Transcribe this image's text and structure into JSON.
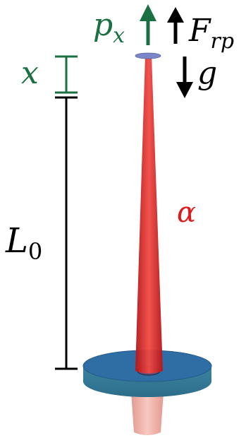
{
  "labels": {
    "px_main": "p",
    "px_sub": "x",
    "frp_main": "F",
    "frp_sub": "rp",
    "g": "g",
    "x": "x",
    "L_main": "L",
    "L_sub": "0",
    "alpha": "α"
  },
  "colors": {
    "green": "#1a7040",
    "black": "#000000",
    "red": "#e01a1a",
    "beam_red": "#d42020",
    "disk_blue": "#2f6ea5",
    "disk_teal": "#3e8fa3",
    "bottom_pink": "#f0b0a8",
    "sail_blue": "#7a86c8"
  }
}
